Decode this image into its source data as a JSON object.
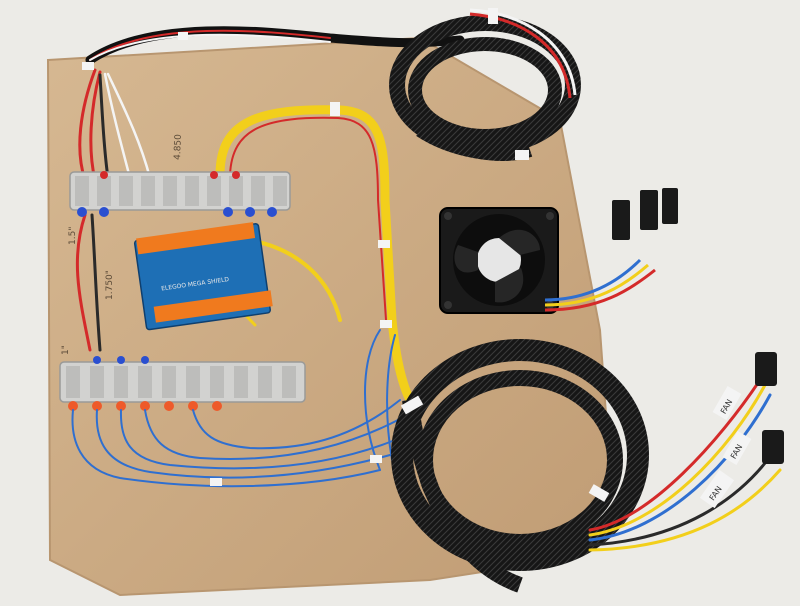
{
  "photo": {
    "pencil_notes": [
      "4.850",
      "1.5\"",
      "1.750\"",
      "1\""
    ],
    "board_label": "ELEGOO MEGA SHIELD",
    "fan_tags": [
      "FAN",
      "FAN",
      "FAN"
    ]
  },
  "colors": {
    "background": "#ecebe7",
    "board": "#cfae87",
    "sleeving": "#151515",
    "terminal": "#d2d2d0",
    "pcb": "#1e6fb5",
    "header": "#f07a1e",
    "wire_red": "#d42a2a",
    "wire_yellow": "#f2cf1b",
    "wire_blue": "#2f6fd0",
    "wire_white": "#f4f4f4"
  }
}
